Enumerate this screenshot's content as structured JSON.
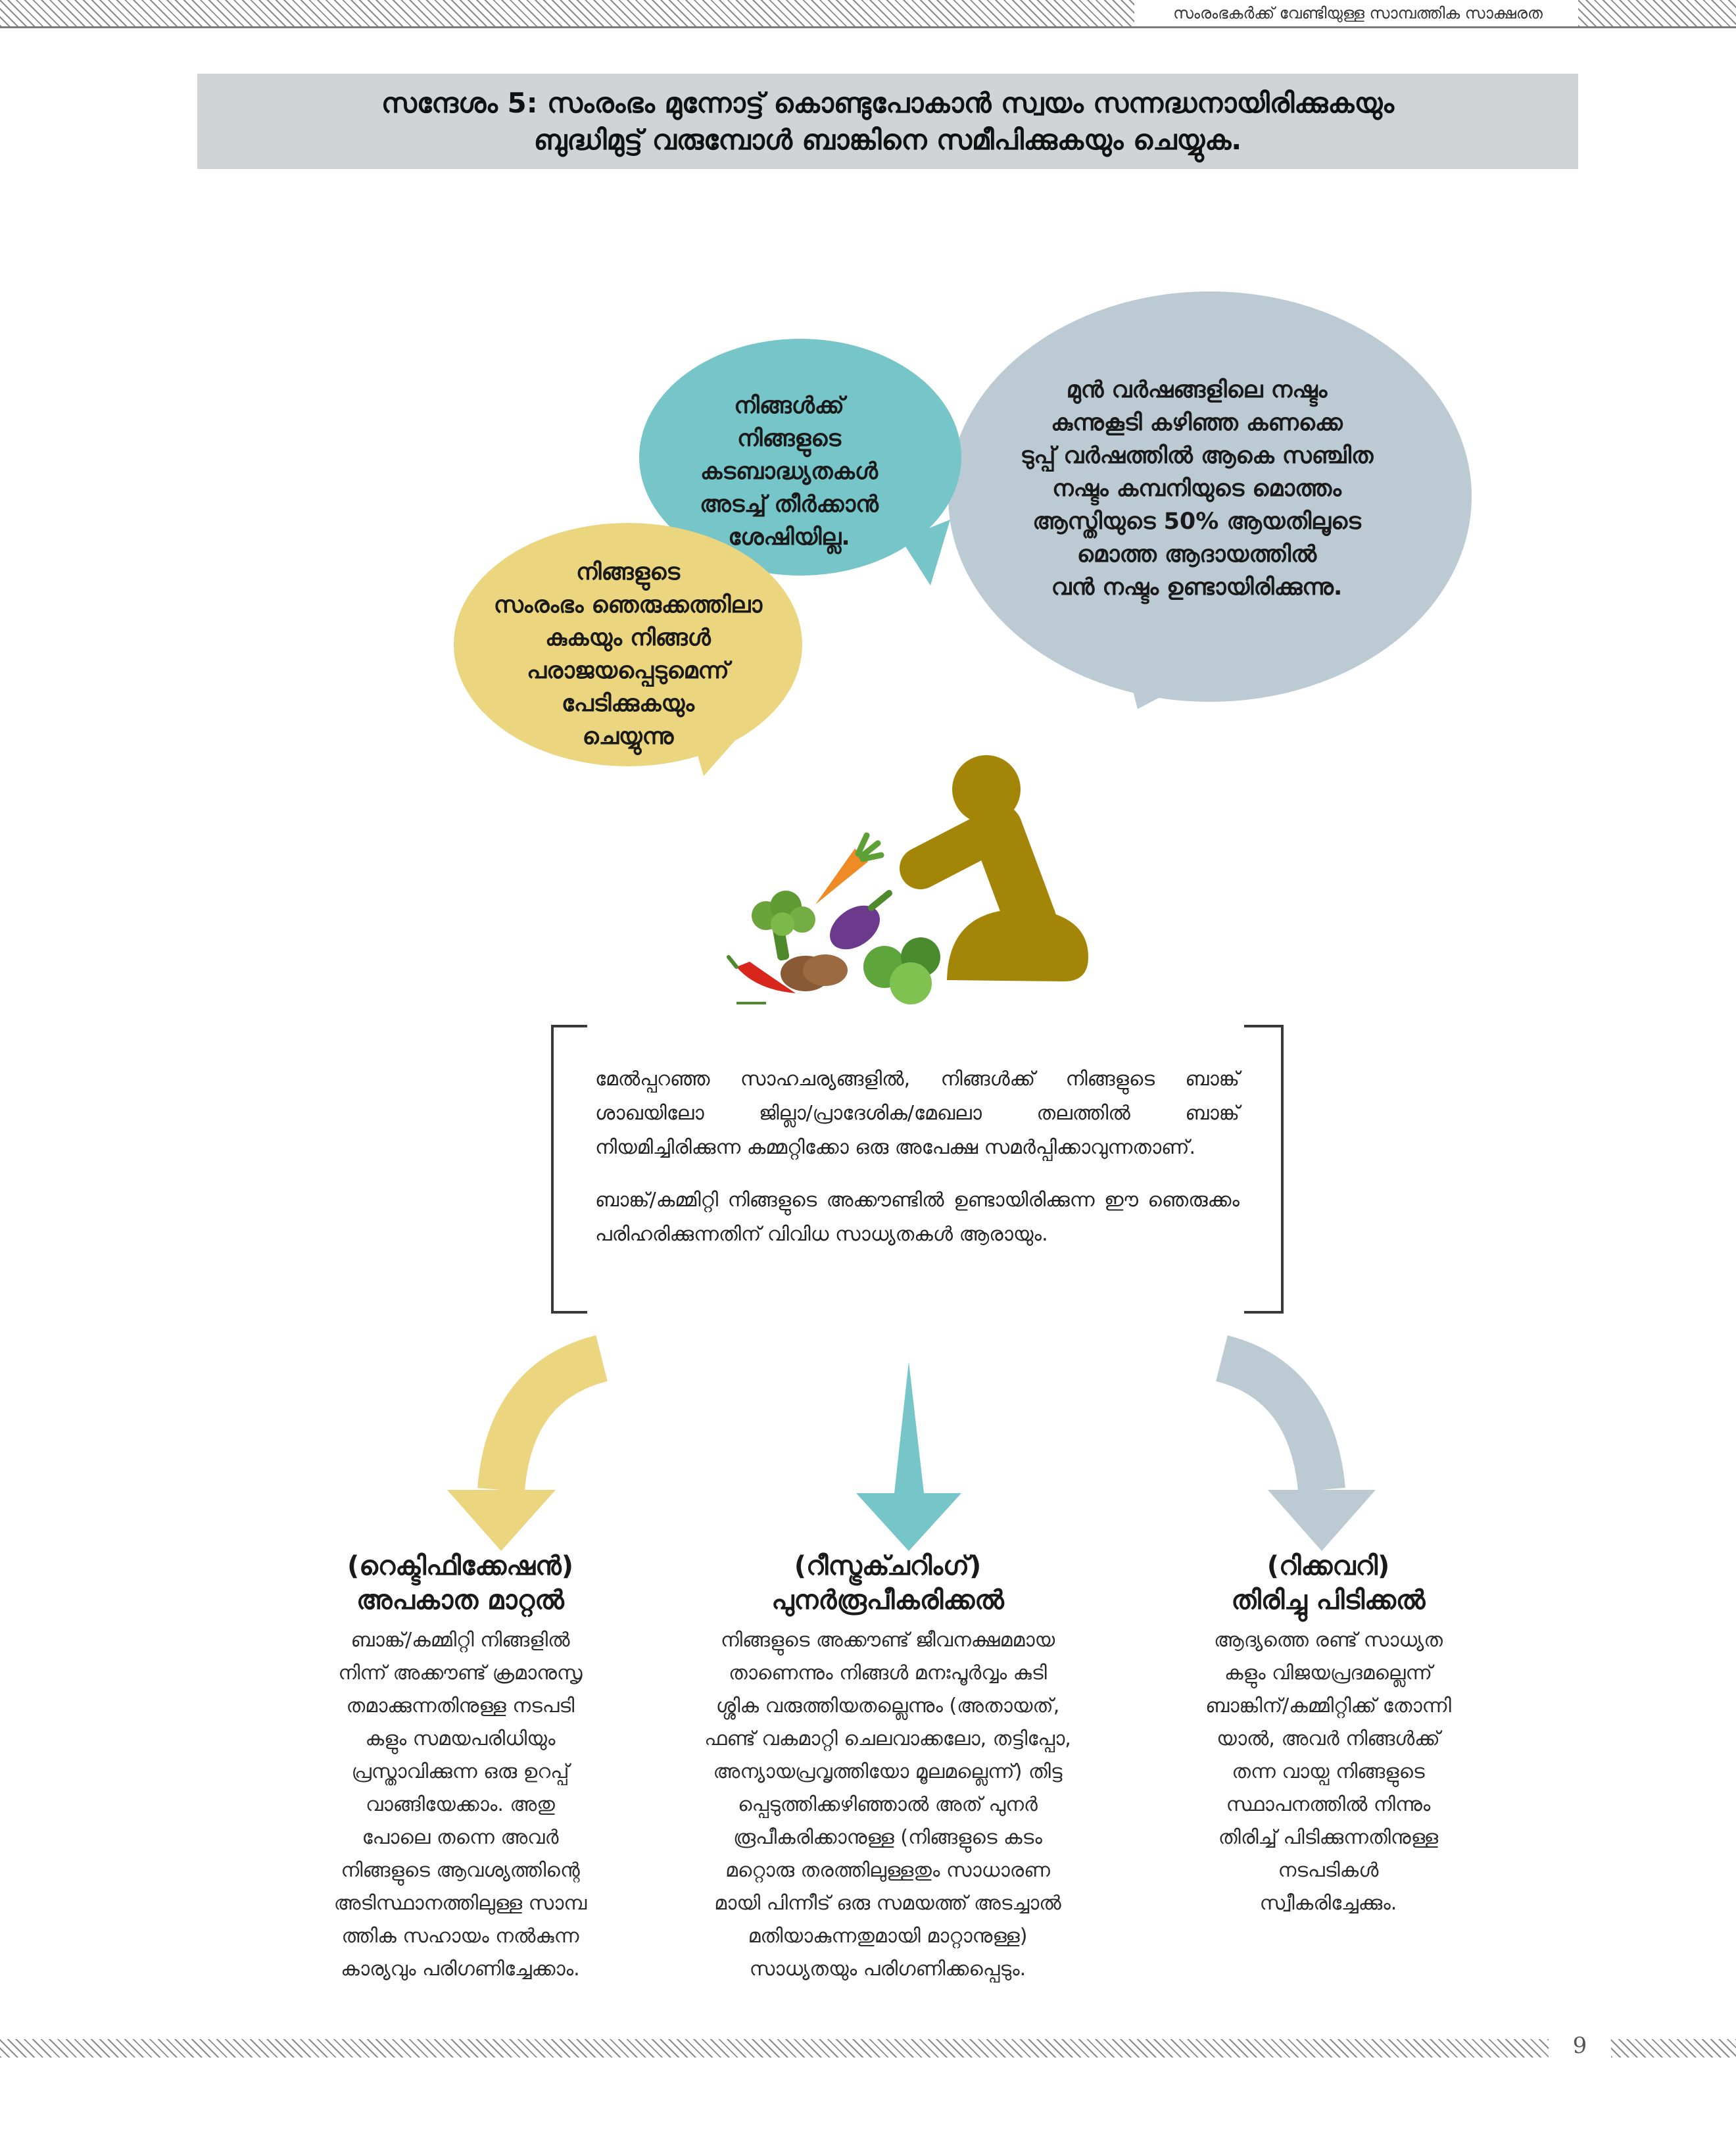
{
  "header": {
    "running_title": "സംരംഭകർക്ക് വേണ്ടിയുള്ള സാമ്പത്തിക സാക്ഷരത"
  },
  "title": {
    "line1": "സന്ദേശം 5: സംരംഭം മുന്നോട്ട് കൊണ്ടുപോകാൻ സ്വയം സന്നദ്ധനായിരിക്കുകയും",
    "line2": "ബുദ്ധിമുട്ട് വരുമ്പോൾ ബാങ്കിനെ സമീപിക്കുകയും ചെയ്യുക."
  },
  "bubbles": {
    "yellow": {
      "color": "#ecd57f",
      "lines": [
        "നിങ്ങളുടെ",
        "സംരംഭം ഞെരുക്കത്തിലാ",
        "കുകയും നിങ്ങൾ",
        "പരാജയപ്പെടുമെന്ന്",
        "പേടിക്കുകയും",
        "ചെയ്യുന്നു"
      ]
    },
    "teal": {
      "color": "#76c5c8",
      "lines": [
        "നിങ്ങൾക്ക്",
        "നിങ്ങളുടെ",
        "കടബാദ്ധ്യതകൾ",
        "അടച്ച് തീർക്കാൻ",
        "ശേഷിയില്ല."
      ]
    },
    "gray": {
      "color": "#bccbd3",
      "lines": [
        "മുൻ വർഷങ്ങളിലെ നഷ്ടം",
        "കുന്നുകൂടി കഴിഞ്ഞ കണക്കെ",
        "ടുപ്പ് വർഷത്തിൽ ആകെ സഞ്ചിത",
        "നഷ്ടം കമ്പനിയുടെ മൊത്തം",
        "ആസ്തിയുടെ 50% ആയതിലൂടെ",
        "മൊത്ത ആദായത്തിൽ",
        "വൻ നഷ്ടം ഉണ്ടായിരിക്കുന്നു."
      ]
    }
  },
  "illustration": {
    "person_color": "#a38607",
    "icons": [
      "kneeling-person-icon",
      "vegetables-icon"
    ]
  },
  "info_box": {
    "para1": "മേൽപ്പറഞ്ഞ സാഹചര്യങ്ങളിൽ, നിങ്ങൾക്ക് നിങ്ങളുടെ ബാങ്ക് ശാഖയിലോ ജില്ലാ/പ്രാദേശിക/മേഖലാ തലത്തിൽ ബാങ്ക് നിയമിച്ചിരിക്കുന്ന കമ്മറ്റിക്കോ ഒരു അപേക്ഷ സമർപ്പിക്കാവുന്നതാണ്.",
    "para2": "ബാങ്ക്/കമ്മിറ്റി നിങ്ങളുടെ അക്കൗണ്ടിൽ ഉണ്ടായിരിക്കുന്ന ഈ ഞെരുക്കം പരിഹരിക്കുന്നതിന് വിവിധ സാധ്യതകൾ ആരായും."
  },
  "arrows": {
    "left_color": "#ecd57f",
    "mid_color": "#76c5c8",
    "right_color": "#bccbd3"
  },
  "options": {
    "left": {
      "heading1": "(റെക്ടിഫിക്കേഷൻ)",
      "heading2": "അപകാത മാറ്റൽ",
      "lines": [
        "ബാങ്ക്/കമ്മിറ്റി നിങ്ങളിൽ",
        "നിന്ന് അക്കൗണ്ട് ക്രമാനുസൃ",
        "തമാക്കുന്നതിനുള്ള നടപടി",
        "കളും സമയപരിധിയും",
        "പ്രസ്താവിക്കുന്ന ഒരു ഉറപ്പ്",
        "വാങ്ങിയേക്കാം. അതു",
        "പോലെ തന്നെ അവർ",
        "നിങ്ങളുടെ ആവശ്യത്തിന്റെ",
        "അടിസ്ഥാനത്തിലുള്ള സാമ്പ",
        "ത്തിക സഹായം നൽകുന്ന",
        "കാര്യവും പരിഗണിച്ചേക്കാം."
      ]
    },
    "mid": {
      "heading1": "(റീസ്ട്രക്ചറിംഗ്)",
      "heading2": "പുനർരൂപീകരിക്കൽ",
      "lines": [
        "നിങ്ങളുടെ അക്കൗണ്ട് ജീവനക്ഷമമായ",
        "താണെന്നും നിങ്ങൾ മനഃപൂർവ്വം കുടി",
        "ശ്ശിക വരുത്തിയതല്ലെന്നും (അതായത്,",
        "ഫണ്ട് വകമാറ്റി ചെലവാക്കലോ, തട്ടിപ്പോ,",
        "അന്യായപ്രവൃത്തിയോ മൂലമല്ലെന്ന്) തിട്ട",
        "പ്പെടുത്തിക്കഴിഞ്ഞാൽ അത് പുനർ",
        "രൂപീകരിക്കാനുള്ള (നിങ്ങളുടെ കടം",
        "മറ്റൊരു തരത്തിലുള്ളതും സാധാരണ",
        "മായി പിന്നീട് ഒരു സമയത്ത് അടച്ചാൽ",
        "മതിയാകുന്നതുമായി മാറ്റാനുള്ള)",
        "സാധ്യതയും പരിഗണിക്കപ്പെടും."
      ]
    },
    "right": {
      "heading1": "(റിക്കവറി)",
      "heading2": "തിരിച്ചു പിടിക്കൽ",
      "lines": [
        "ആദ്യത്തെ രണ്ട് സാധ്യത",
        "കളും വിജയപ്രദമല്ലെന്ന്",
        "ബാങ്കിന്/കമ്മിറ്റിക്ക് തോന്നി",
        "യാൽ, അവർ നിങ്ങൾക്ക്",
        "തന്ന വായ്പ നിങ്ങളുടെ",
        "സ്ഥാപനത്തിൽ നിന്നും",
        "തിരിച്ച് പിടിക്കുന്നതിനുള്ള",
        "നടപടികൾ",
        "സ്വീകരിച്ചേക്കും."
      ]
    }
  },
  "footer": {
    "page_number": "9"
  }
}
